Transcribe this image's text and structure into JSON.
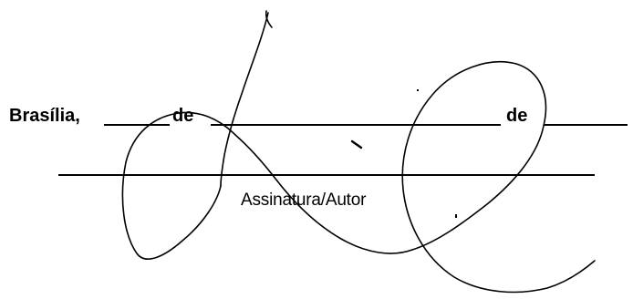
{
  "form": {
    "city_label": "Brasília,",
    "de_label_1": "de",
    "de_label_2": "de",
    "signature_caption": "Assinatura/Autor"
  },
  "signature": {
    "type": "handwritten-signature",
    "ink_color": "#000000"
  }
}
